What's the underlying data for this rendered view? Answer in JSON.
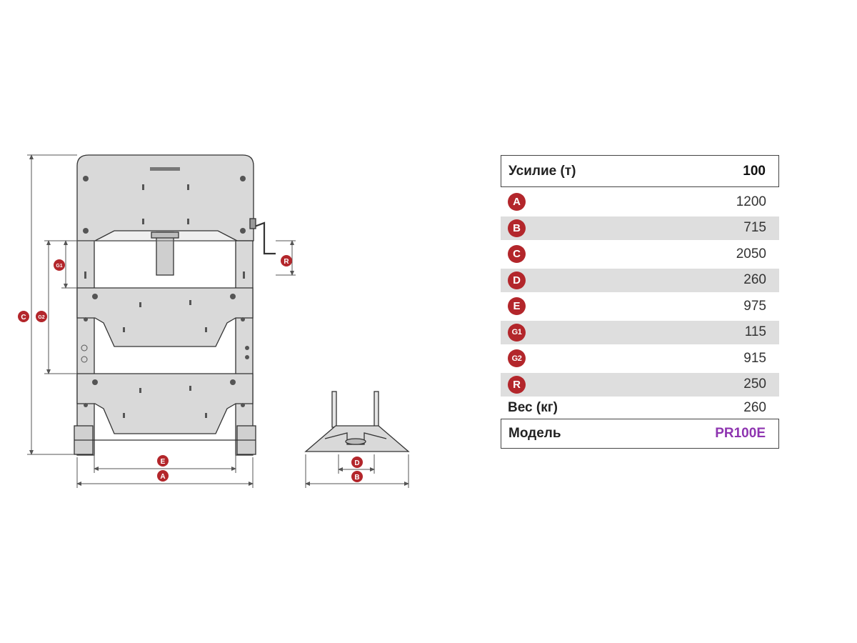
{
  "diagram": {
    "front_view_labels": [
      "C",
      "G2",
      "G1",
      "R",
      "E",
      "A"
    ],
    "side_view_labels": [
      "D",
      "B"
    ]
  },
  "table": {
    "header": {
      "label": "Усилие (т)",
      "value": "100"
    },
    "rows": [
      {
        "key": "A",
        "value": "1200",
        "shaded": false
      },
      {
        "key": "B",
        "value": "715",
        "shaded": true
      },
      {
        "key": "C",
        "value": "2050",
        "shaded": false
      },
      {
        "key": "D",
        "value": "260",
        "shaded": true
      },
      {
        "key": "E",
        "value": "975",
        "shaded": false
      },
      {
        "key": "G1",
        "value": "115",
        "shaded": true
      },
      {
        "key": "G2",
        "value": "915",
        "shaded": false
      },
      {
        "key": "R",
        "value": "250",
        "shaded": true
      }
    ],
    "weight": {
      "label": "Вес (кг)",
      "value": "260"
    },
    "model": {
      "label": "Модель",
      "value": "PR100E"
    }
  },
  "colors": {
    "badge": "#b3262b",
    "model_value": "#8e34b0",
    "frame_fill": "#d9d9d9",
    "row_shade": "#dedede"
  }
}
